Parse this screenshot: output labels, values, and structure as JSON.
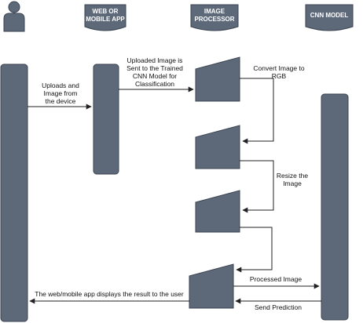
{
  "colors": {
    "shape_fill": "#5d6878",
    "shape_stroke": "#3a4350",
    "line": "#222222",
    "header_text": "#ffffff",
    "text": "#111111"
  },
  "icons": {
    "actor": "user-icon"
  },
  "lanes": {
    "app_header": [
      "WEB OR",
      "MOBILE APP"
    ],
    "processor_header": [
      "IMAGE",
      "PROCESSOR"
    ],
    "cnn_header": [
      "CNN MODEL"
    ]
  },
  "messages": {
    "upload": [
      "Uploads and",
      "Image from",
      "the device"
    ],
    "send_to_cnn": [
      "Uploaded Image is",
      "Sent to the Trained",
      "CNN Model for",
      "Classification"
    ],
    "convert": [
      "Convert Image to",
      "RGB"
    ],
    "resize": [
      "Resize the",
      "Image"
    ],
    "processed": [
      "Processed Image"
    ],
    "prediction": [
      "Send Prediction"
    ],
    "display": [
      "The web/mobile app displays the result to the user"
    ]
  }
}
